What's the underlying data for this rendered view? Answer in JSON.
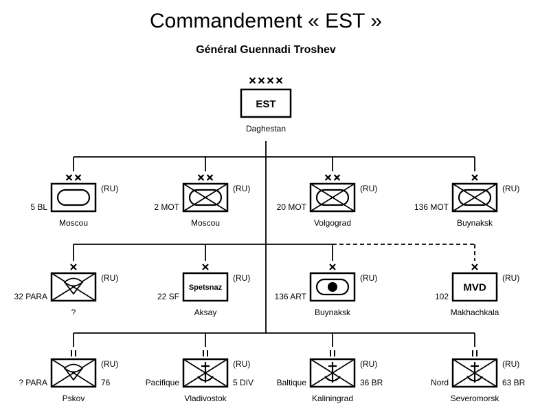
{
  "title": "Commandement « EST »",
  "subtitle": "Général Guennadi Troshev",
  "hq": {
    "name": "EST",
    "echelon": "XXXX",
    "location": "Daghestan"
  },
  "units": [
    {
      "row": 1,
      "id": "5 BL",
      "echelon": "XX",
      "symbol": "armor",
      "nation": "(RU)",
      "location": "Moscou"
    },
    {
      "row": 1,
      "id": "2 MOT",
      "echelon": "XX",
      "symbol": "mech-inf",
      "nation": "(RU)",
      "location": "Moscou"
    },
    {
      "row": 1,
      "id": "20 MOT",
      "echelon": "XX",
      "symbol": "mech-inf",
      "nation": "(RU)",
      "location": "Volgograd"
    },
    {
      "row": 1,
      "id": "136 MOT",
      "echelon": "X",
      "symbol": "mech-inf",
      "nation": "(RU)",
      "location": "Buynaksk"
    },
    {
      "row": 2,
      "id": "32 PARA",
      "echelon": "X",
      "symbol": "airborne",
      "nation": "(RU)",
      "location": "?"
    },
    {
      "row": 2,
      "id": "22 SF",
      "echelon": "X",
      "symbol": "text",
      "box_text": "Spetsnaz",
      "nation": "(RU)",
      "location": "Aksay"
    },
    {
      "row": 2,
      "id": "136 ART",
      "echelon": "X",
      "symbol": "artillery",
      "nation": "(RU)",
      "location": "Buynaksk"
    },
    {
      "row": 2,
      "id": "102",
      "echelon": "X",
      "symbol": "text",
      "box_text": "MVD",
      "nation": "(RU)",
      "location": "Makhachkala",
      "dashed_link": true
    },
    {
      "row": 3,
      "id": "? PARA",
      "echelon": "II",
      "symbol": "airborne",
      "nation": "(RU)",
      "right_label": "76",
      "location": "Pskov"
    },
    {
      "row": 3,
      "id": "Pacifique",
      "echelon": "II",
      "symbol": "marine",
      "nation": "(RU)",
      "right_label": "5 DIV",
      "location": "Vladivostok"
    },
    {
      "row": 3,
      "id": "Baltique",
      "echelon": "II",
      "symbol": "marine",
      "nation": "(RU)",
      "right_label": "36 BR",
      "location": "Kaliningrad"
    },
    {
      "row": 3,
      "id": "Nord",
      "echelon": "II",
      "symbol": "marine",
      "nation": "(RU)",
      "right_label": "63 BR",
      "location": "Severomorsk"
    }
  ]
}
